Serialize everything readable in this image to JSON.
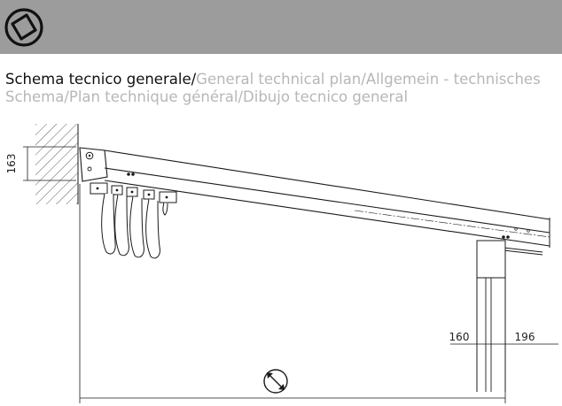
{
  "header": {
    "background": "#9d9c9c",
    "logo_icon": "diamond-in-circle-icon"
  },
  "title": {
    "main": "Schema tecnico generale/",
    "translations": "General technical plan/Allgemein - technisches Schema/Plan technique général/Dibujo tecnico general"
  },
  "dimensions": {
    "wall_mount_height": "163",
    "post_width": "160",
    "post_offset": "196",
    "projection_symbol": "diagonal-arrow-circle-icon"
  },
  "colors": {
    "line": "#1a1a1a",
    "title_main": "#111111",
    "title_secondary": "#b7b7b7"
  }
}
